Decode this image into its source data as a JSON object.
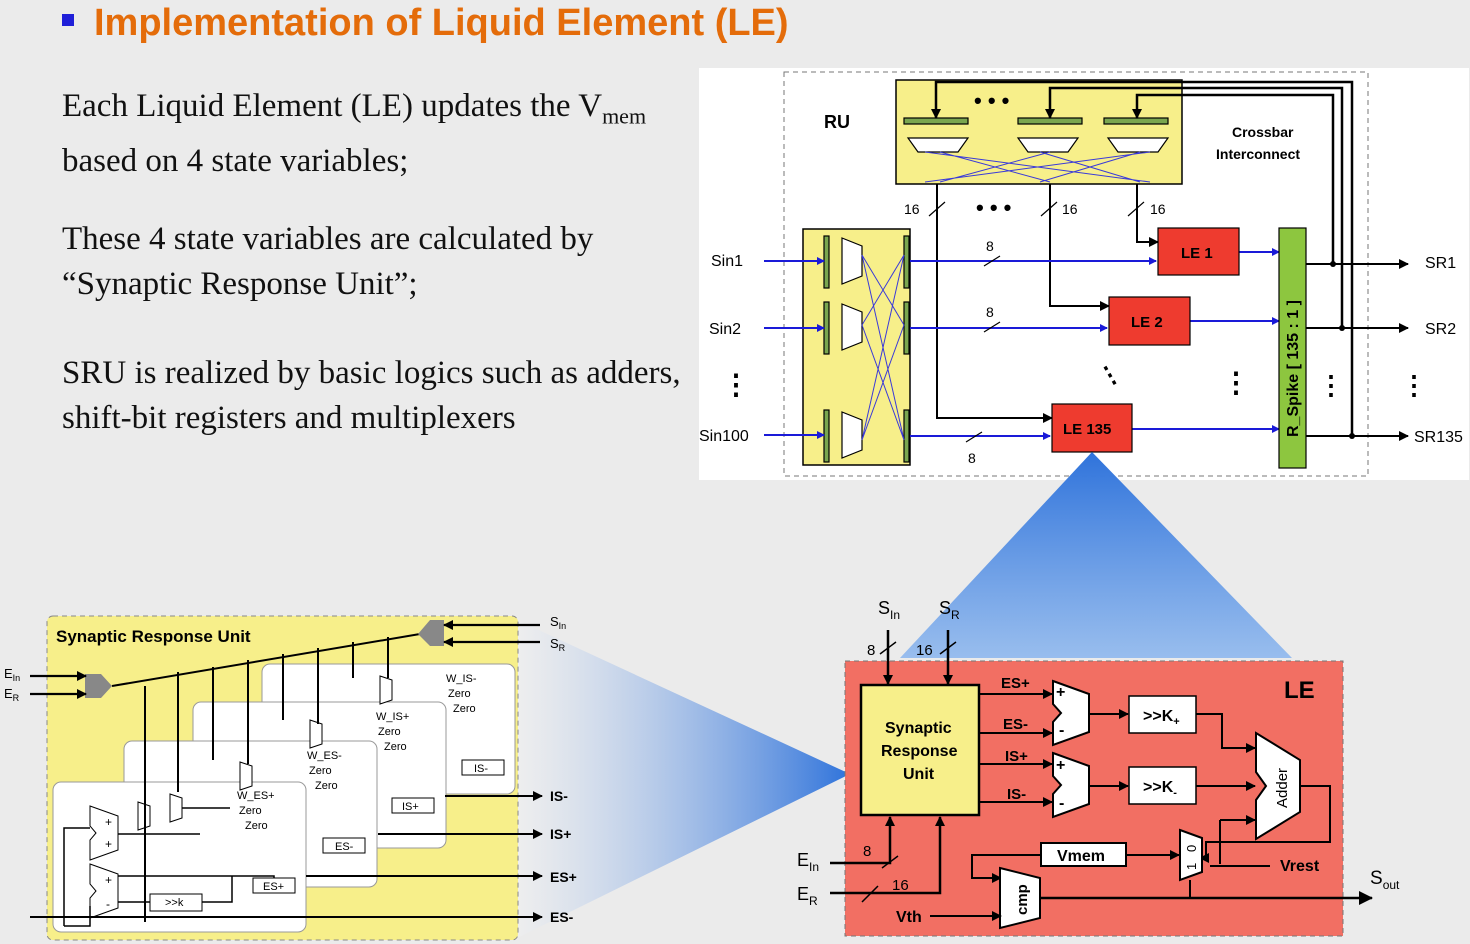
{
  "slide": {
    "title": "Implementation of Liquid Element (LE)",
    "paragraphs": {
      "p1_pre": "Each Liquid Element (LE) updates the V",
      "p1_sub": "mem",
      "p1_post": " based on 4 state variables;",
      "p2": "These 4 state variables are calculated by “Synaptic Response Unit”;",
      "p3": "SRU is realized by basic logics such as adders, shift-bit registers and multiplexers"
    }
  },
  "ru_diagram": {
    "ru_label": "RU",
    "crossbar_label_1": "Crossbar",
    "crossbar_label_2": "Interconnect",
    "inputs": [
      "Sin1",
      "Sin2",
      "Sin100"
    ],
    "outputs": [
      "SR1",
      "SR2",
      "SR135"
    ],
    "les": [
      "LE 1",
      "LE 2",
      "LE 135"
    ],
    "bus_16": "16",
    "bus_8": "8",
    "spike_register": "R_Spike [ 135 : 1 ]",
    "colors": {
      "yellow": "#f7ef8a",
      "le_red": "#ee3b2f",
      "spike_green": "#8dc63f",
      "wire_blue": "#1a1ad8"
    }
  },
  "sru_diagram": {
    "title": "Synaptic Response Unit",
    "inputs": {
      "e_in": "E",
      "e_in_sub": "In",
      "e_r": "E",
      "e_r_sub": "R",
      "s_in": "S",
      "s_in_sub": "In",
      "s_r": "S",
      "s_r_sub": "R"
    },
    "layers": [
      {
        "w": "W_IS-",
        "z1": "Zero",
        "z2": "Zero",
        "reg": "IS-"
      },
      {
        "w": "W_IS+",
        "z1": "Zero",
        "z2": "Zero",
        "reg": "IS+"
      },
      {
        "w": "W_ES-",
        "z1": "Zero",
        "z2": "Zero",
        "reg": "ES-"
      },
      {
        "w": "W_ES+",
        "z1": "Zero",
        "z2": "Zero",
        "reg": "ES+"
      }
    ],
    "shift": ">>k",
    "outputs": [
      "IS-",
      "IS+",
      "ES+",
      "ES-"
    ]
  },
  "le_diagram": {
    "title": "LE",
    "sru_1": "Synaptic",
    "sru_2": "Response",
    "sru_3": "Unit",
    "s_in": "S",
    "s_in_sub": "In",
    "s_r": "S",
    "s_r_sub": "R",
    "e_in": "E",
    "e_in_sub": "In",
    "e_r": "E",
    "e_r_sub": "R",
    "bus_8": "8",
    "bus_16": "16",
    "es_plus": "ES+",
    "es_minus": "ES-",
    "is_plus": "IS+",
    "is_minus": "IS-",
    "shift_k_plus": ">>K",
    "shift_k_plus_sub": "+",
    "shift_k_minus": ">>K",
    "shift_k_minus_sub": "-",
    "adder": "Adder",
    "vmem": "Vmem",
    "vrest": "Vrest",
    "vth": "Vth",
    "cmp": "cmp",
    "mux_0": "0",
    "mux_1": "1",
    "s_out": "S",
    "s_out_sub": "out",
    "plus": "+",
    "minus": "-"
  }
}
